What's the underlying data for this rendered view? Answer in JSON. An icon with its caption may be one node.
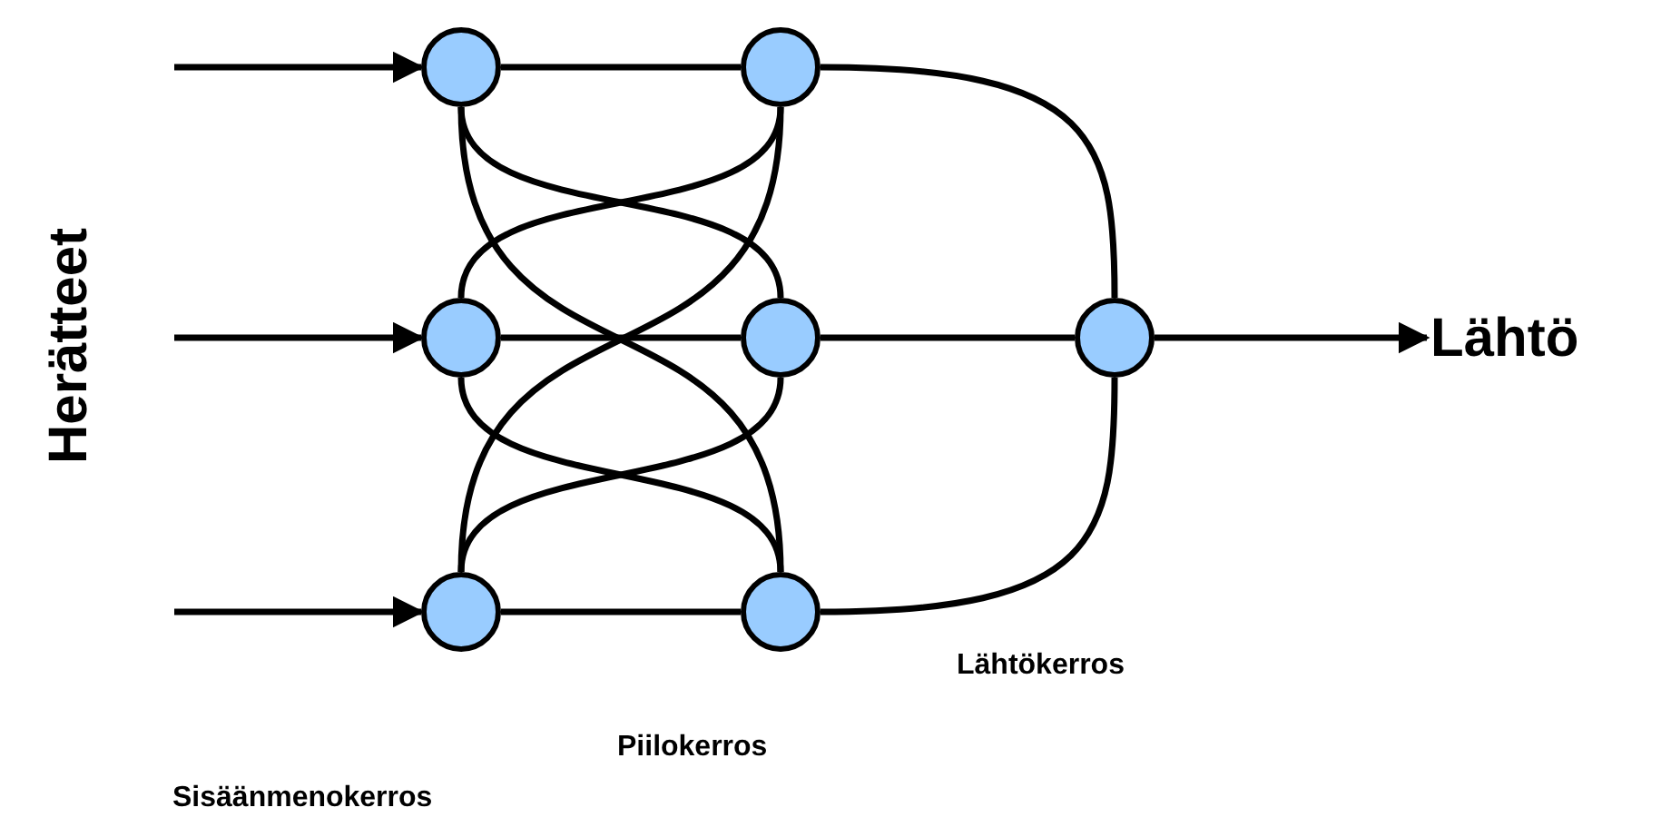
{
  "diagram": {
    "nodes": [
      {
        "text": [],
        "shape": "circle"
      },
      {
        "text": [],
        "shape": "circle"
      },
      {
        "text": [],
        "shape": "circle"
      },
      {
        "text": [],
        "shape": "circle"
      },
      {
        "text": [],
        "shape": "circle"
      },
      {
        "text": [],
        "shape": "circle"
      },
      {
        "text": [],
        "shape": "circle"
      },
      {
        "text": [
          "Lähtö"
        ]
      }
    ],
    "edges": [
      {
        "from": null,
        "to": 0,
        "arrow": "to"
      },
      {
        "from": null,
        "to": 1,
        "arrow": "to"
      },
      {
        "from": null,
        "to": 2,
        "arrow": "to"
      },
      {
        "from": 0,
        "to": 3,
        "arrow": "none"
      },
      {
        "from": 0,
        "to": 4,
        "arrow": "none"
      },
      {
        "from": 0,
        "to": 5,
        "arrow": "none"
      },
      {
        "from": 1,
        "to": 3,
        "arrow": "none"
      },
      {
        "from": 1,
        "to": 4,
        "arrow": "none"
      },
      {
        "from": 1,
        "to": 5,
        "arrow": "none"
      },
      {
        "from": 2,
        "to": 3,
        "arrow": "none"
      },
      {
        "from": 2,
        "to": 4,
        "arrow": "none"
      },
      {
        "from": 2,
        "to": 5,
        "arrow": "none"
      },
      {
        "from": 3,
        "to": 6,
        "arrow": "none"
      },
      {
        "from": 4,
        "to": 6,
        "arrow": "none"
      },
      {
        "from": 5,
        "to": 6,
        "arrow": "none"
      },
      {
        "from": 6,
        "to": 7,
        "arrow": "to"
      }
    ],
    "labels": [
      "Herätteet",
      "Sisäänmenokerros",
      "Piilokerros",
      "Lähtökerros"
    ]
  }
}
